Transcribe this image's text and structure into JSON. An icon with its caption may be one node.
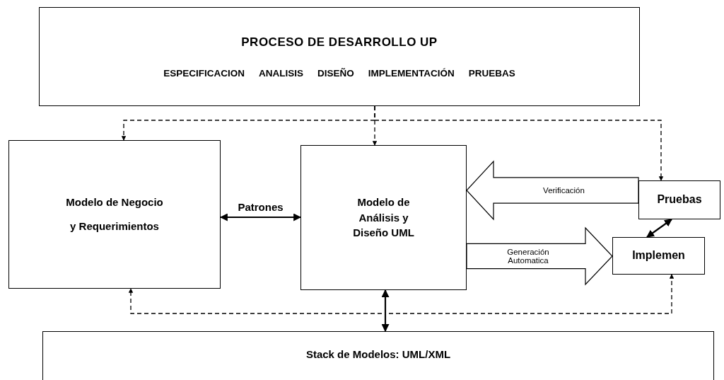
{
  "diagram": {
    "nodes": [
      {
        "text": [
          "PROCESO DE DESARROLLO UP",
          "ESPECIFICACION",
          "ANALISIS",
          "DISEÑO",
          "IMPLEMENTACIÓN",
          "PRUEBAS"
        ]
      },
      {
        "text": [
          "Modelo de Negocio y Requerimientos"
        ]
      },
      {
        "text": [
          "Modelo de Análisis y Diseño UML"
        ]
      },
      {
        "text": [
          "Pruebas"
        ]
      },
      {
        "text": [
          "Implemen"
        ]
      },
      {
        "text": [
          "Stack de Modelos: UML/XML"
        ]
      }
    ],
    "edges": [
      {
        "from": 0,
        "to": 1,
        "arrow": "to",
        "style": "dashed"
      },
      {
        "from": 0,
        "to": 2,
        "arrow": "to",
        "style": "dashed"
      },
      {
        "from": 0,
        "to": 3,
        "arrow": "to",
        "style": "dashed"
      },
      {
        "from": 1,
        "to": 2,
        "arrow": "both",
        "label": "Patrones"
      },
      {
        "from": 3,
        "to": 2,
        "arrow": "to",
        "label": "Verificación",
        "style": "thick"
      },
      {
        "from": 2,
        "to": 4,
        "arrow": "to",
        "label": "Generación Automatica",
        "style": "thick"
      },
      {
        "from": 3,
        "to": 4,
        "arrow": "both"
      },
      {
        "from": 5,
        "to": 2,
        "arrow": "both"
      },
      {
        "from": 5,
        "to": 1,
        "arrow": "to",
        "style": "dashed"
      },
      {
        "from": 5,
        "to": 4,
        "arrow": "to",
        "style": "dashed"
      }
    ]
  }
}
